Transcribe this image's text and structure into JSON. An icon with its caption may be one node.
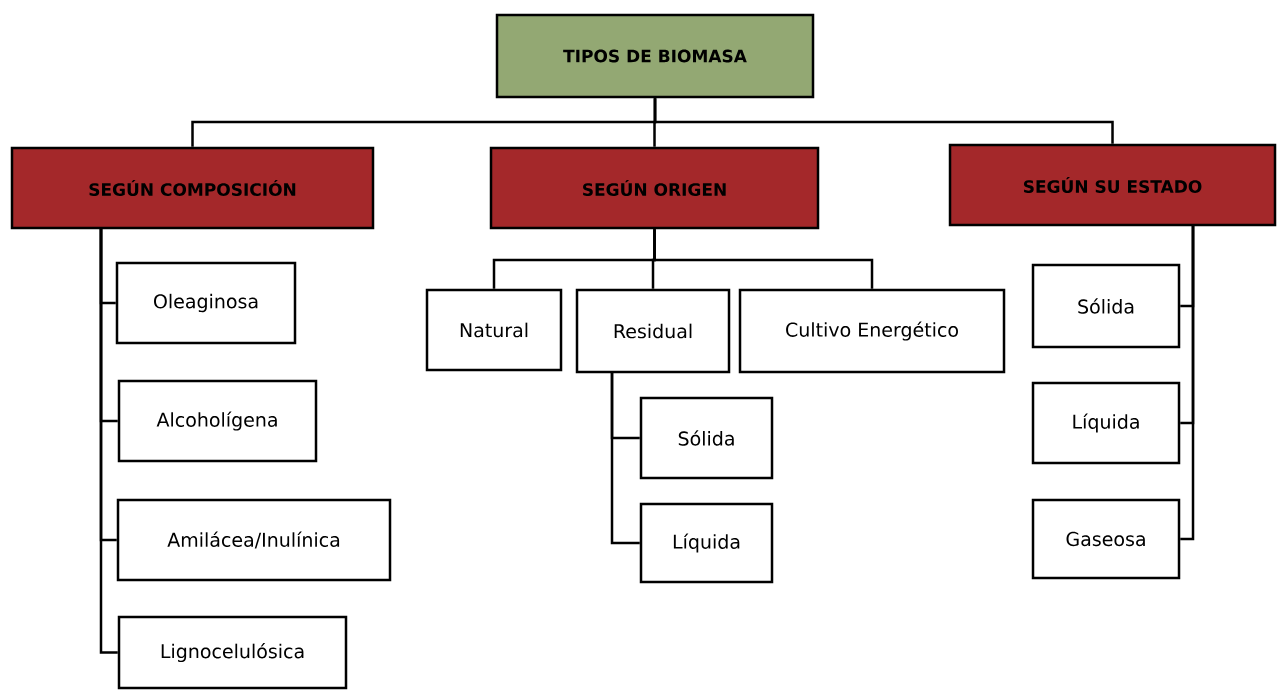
{
  "diagram": {
    "nodes": [
      {
        "text": [
          "TIPOS DE BIOMASA"
        ]
      },
      {
        "text": [
          "SEGÚN COMPOSICIÓN"
        ]
      },
      {
        "text": [
          "SEGÚN ORIGEN"
        ]
      },
      {
        "text": [
          "SEGÚN SU ESTADO"
        ]
      },
      {
        "text": [
          "Oleaginosa"
        ]
      },
      {
        "text": [
          "Alcoholígena"
        ]
      },
      {
        "text": [
          "Amilácea/Inulínica"
        ]
      },
      {
        "text": [
          "Lignocelulósica"
        ]
      },
      {
        "text": [
          "Natural"
        ]
      },
      {
        "text": [
          "Residual"
        ]
      },
      {
        "text": [
          "Cultivo Energético"
        ]
      },
      {
        "text": [
          "Sólida"
        ]
      },
      {
        "text": [
          "Líquida"
        ]
      },
      {
        "text": [
          "Sólida"
        ]
      },
      {
        "text": [
          "Líquida"
        ]
      },
      {
        "text": [
          "Gaseosa"
        ]
      }
    ],
    "edges": [
      {
        "from": 0,
        "to": 1,
        "arrow": "none"
      },
      {
        "from": 0,
        "to": 2,
        "arrow": "none"
      },
      {
        "from": 0,
        "to": 3,
        "arrow": "none"
      },
      {
        "from": 1,
        "to": 4,
        "arrow": "none"
      },
      {
        "from": 1,
        "to": 5,
        "arrow": "none"
      },
      {
        "from": 1,
        "to": 6,
        "arrow": "none"
      },
      {
        "from": 1,
        "to": 7,
        "arrow": "none"
      },
      {
        "from": 2,
        "to": 8,
        "arrow": "none"
      },
      {
        "from": 2,
        "to": 9,
        "arrow": "none"
      },
      {
        "from": 2,
        "to": 10,
        "arrow": "none"
      },
      {
        "from": 9,
        "to": 11,
        "arrow": "none"
      },
      {
        "from": 9,
        "to": 12,
        "arrow": "none"
      },
      {
        "from": 3,
        "to": 13,
        "arrow": "none"
      },
      {
        "from": 3,
        "to": 14,
        "arrow": "none"
      },
      {
        "from": 3,
        "to": 15,
        "arrow": "none"
      }
    ]
  }
}
